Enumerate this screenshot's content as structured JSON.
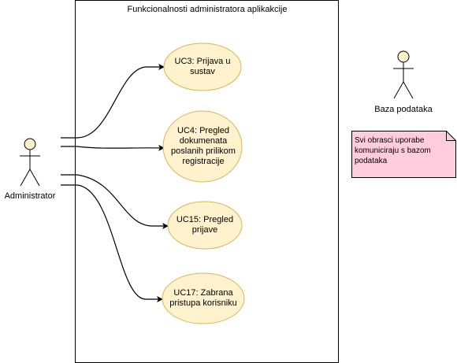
{
  "system": {
    "title": "Funkcionalnosti administratora aplikakcije"
  },
  "actors": {
    "administrator": "Administrator",
    "database": "Baza podataka"
  },
  "use_cases": [
    {
      "id": "uc3",
      "label": "UC3: Prijava u sustav"
    },
    {
      "id": "uc4",
      "label": "UC4: Pregled dokumenata poslanih prilikom registracije"
    },
    {
      "id": "uc15",
      "label": "UC15: Pregled prijave"
    },
    {
      "id": "uc17",
      "label": "UC17: Zabrana pristupa korisniku"
    }
  ],
  "note": {
    "text": "Svi obrasci uporabe komuniciraju s bazom podataka"
  },
  "colors": {
    "use_case_fill": "#fff2cc",
    "use_case_stroke": "#d6b656",
    "actor_head_fill": "#fff2cc",
    "note_fill": "#ffccdd",
    "note_stroke": "#000000",
    "line": "#000000"
  }
}
